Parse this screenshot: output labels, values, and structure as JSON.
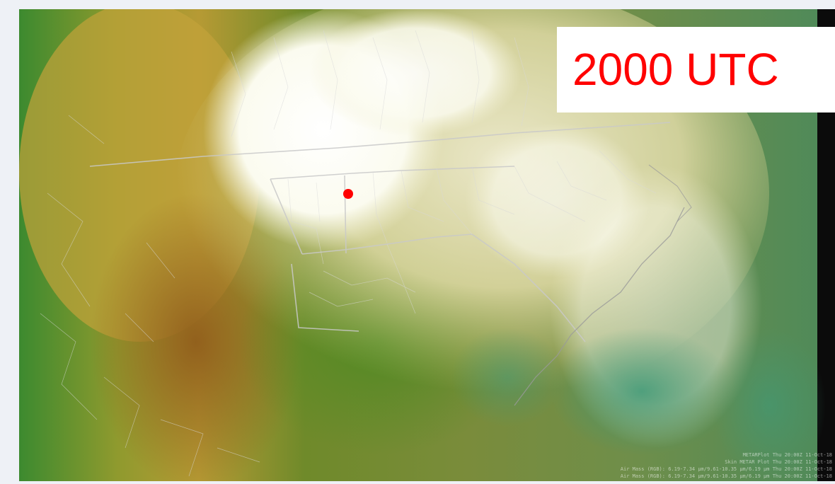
{
  "overlay": {
    "time_label": "2000 UTC"
  },
  "metadata_lines": [
    "METARPlot  Thu 20:00Z 11-Oct-18",
    "Skin METAR Plot  Thu 20:00Z 11-Oct-18",
    "Air Mass (RGB): 6.19-7.34 µm/9.61-10.35 µm/6.19 µm Thu 20:00Z 11-Oct-18",
    "Air Mass (RGB): 6.19-7.34 µm/9.61-10.35 µm/6.19 µm Thu 20:00Z 11-Oct-18"
  ],
  "colors": {
    "label_text": "#ff0000",
    "label_background": "#ffffff",
    "marker": "#ff0000"
  }
}
